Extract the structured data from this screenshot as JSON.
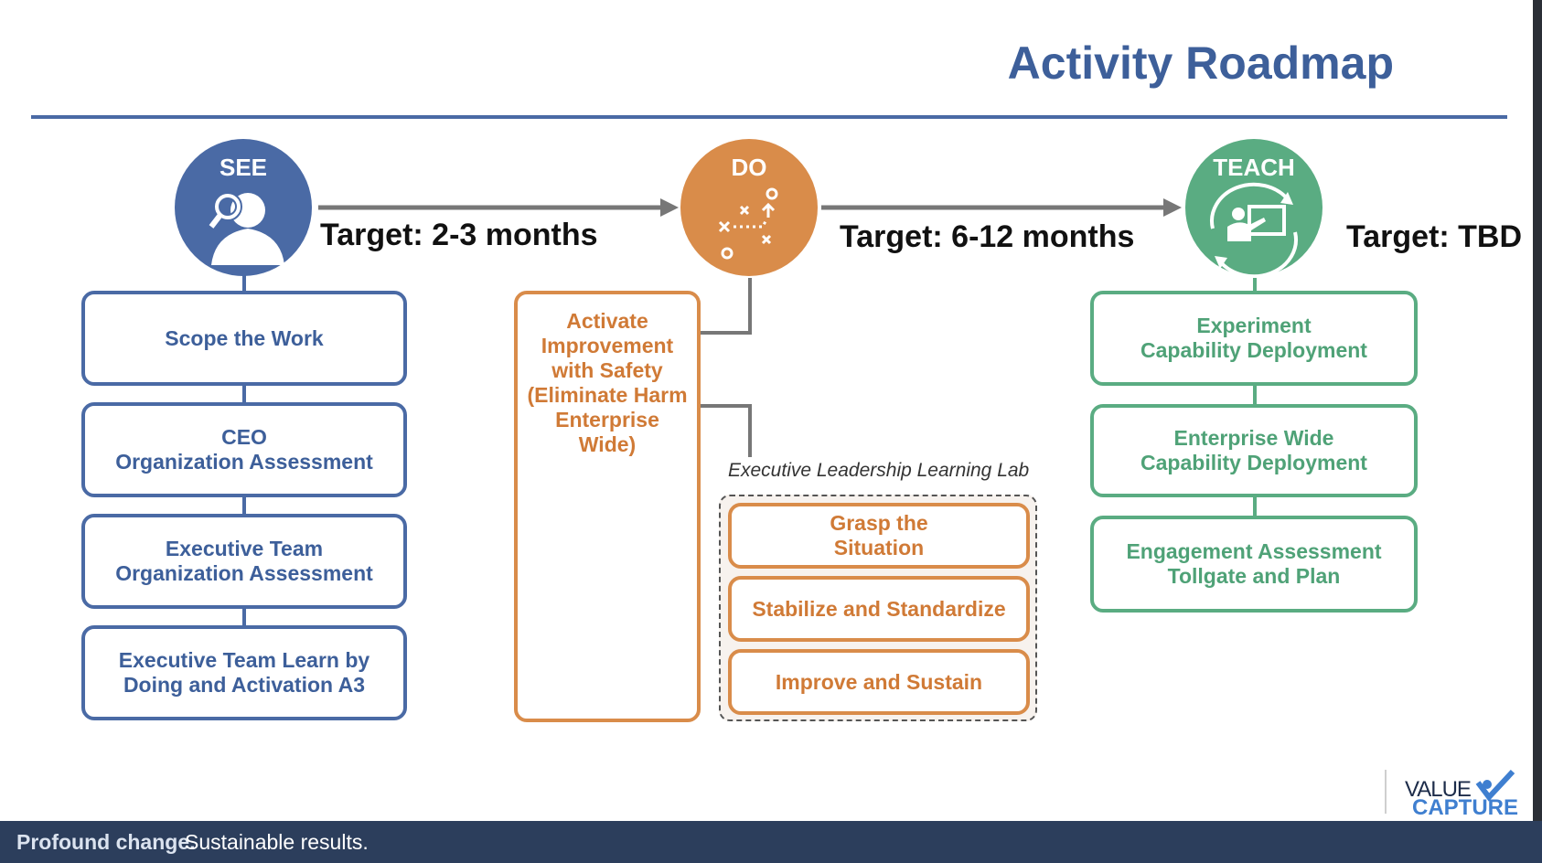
{
  "title": "Activity Roadmap",
  "phases": {
    "see": {
      "label": "SEE",
      "color": "#4a6aa5"
    },
    "do": {
      "label": "DO",
      "color": "#d98c4a"
    },
    "teach": {
      "label": "TEACH",
      "color": "#5aac82"
    }
  },
  "targets": [
    "Target: 2-3 months",
    "Target: 6-12 months",
    "Target: TBD"
  ],
  "see_steps": [
    "Scope the Work",
    "CEO\nOrganization Assessment",
    "Executive Team\nOrganization Assessment",
    "Executive Team Learn by\nDoing and Activation A3"
  ],
  "do_main": "Activate\nImprovement\nwith Safety\n(Eliminate Harm\nEnterprise Wide)",
  "lab": {
    "label": "Executive Leadership Learning Lab",
    "steps": [
      "Grasp the\nSituation",
      "Stabilize and Standardize",
      "Improve and Sustain"
    ]
  },
  "teach_steps": [
    "Experiment\nCapability Deployment",
    "Enterprise Wide\nCapability Deployment",
    "Engagement Assessment\nTollgate and Plan"
  ],
  "footer": {
    "bold": "Profound change.",
    "rest": "Sustainable results."
  },
  "logo": {
    "line1": "VALUE",
    "line2": "CAPTURE"
  }
}
